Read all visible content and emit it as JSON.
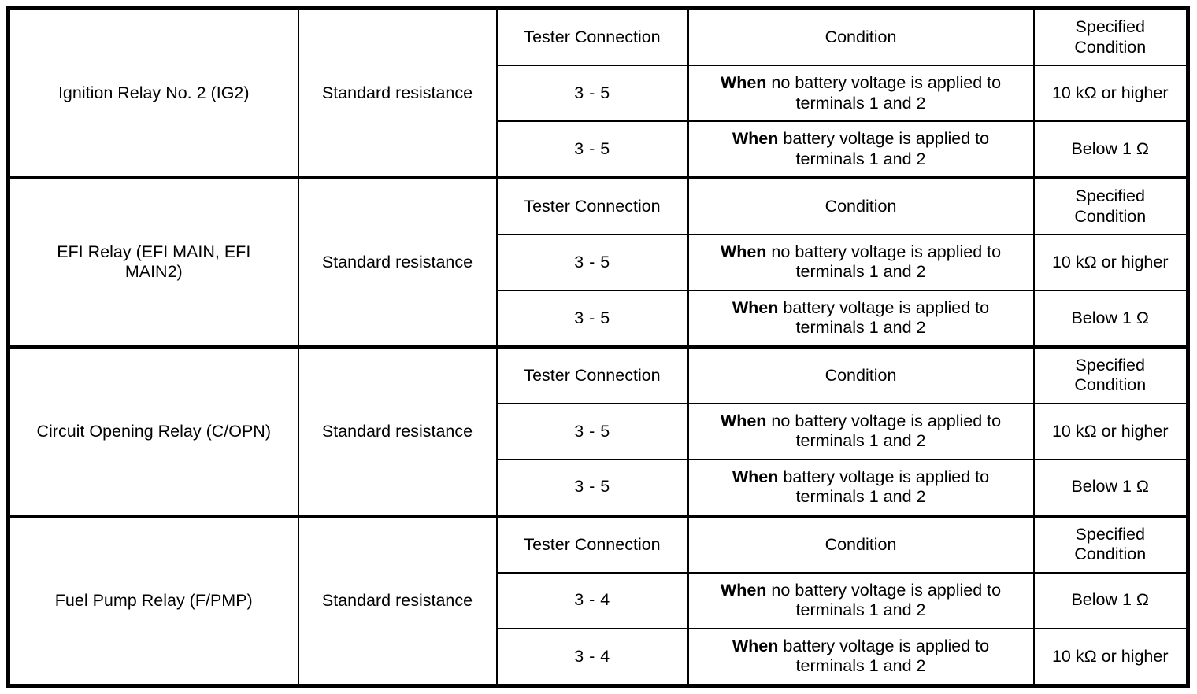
{
  "table": {
    "column_headers": {
      "tester_connection": "Tester Connection",
      "condition": "Condition",
      "specified_condition_line1": "Specified",
      "specified_condition_line2": "Condition"
    },
    "blocks": [
      {
        "name": "Ignition Relay No. 2 (IG2)",
        "name_line1": "Ignition Relay No. 2 (IG2)",
        "name_line2": "",
        "test_type": "Standard resistance",
        "rows": [
          {
            "tester_connection": "3 - 5",
            "condition_lead": "When",
            "condition_rest": " no battery voltage is applied to",
            "condition_line2": "terminals 1 and 2",
            "specified_condition": "10 kΩ or higher"
          },
          {
            "tester_connection": "3 - 5",
            "condition_lead": "When",
            "condition_rest": " battery voltage is applied to",
            "condition_line2": "terminals 1 and 2",
            "specified_condition": "Below 1 Ω"
          }
        ]
      },
      {
        "name": "EFI Relay (EFI MAIN, EFI MAIN2)",
        "name_line1": "EFI Relay (EFI MAIN, EFI",
        "name_line2": "MAIN2)",
        "test_type": "Standard resistance",
        "rows": [
          {
            "tester_connection": "3 - 5",
            "condition_lead": "When",
            "condition_rest": " no battery voltage is applied to",
            "condition_line2": "terminals 1 and 2",
            "specified_condition": "10 kΩ or higher"
          },
          {
            "tester_connection": "3 - 5",
            "condition_lead": "When",
            "condition_rest": " battery voltage is applied to",
            "condition_line2": "terminals 1 and 2",
            "specified_condition": "Below 1 Ω"
          }
        ]
      },
      {
        "name": "Circuit Opening Relay (C/OPN)",
        "name_line1": "Circuit Opening Relay (C/OPN)",
        "name_line2": "",
        "test_type": "Standard resistance",
        "rows": [
          {
            "tester_connection": "3 - 5",
            "condition_lead": "When",
            "condition_rest": " no battery voltage is applied to",
            "condition_line2": "terminals 1 and 2",
            "specified_condition": "10 kΩ or higher"
          },
          {
            "tester_connection": "3 - 5",
            "condition_lead": "When",
            "condition_rest": " battery voltage is applied to",
            "condition_line2": "terminals 1 and 2",
            "specified_condition": "Below 1 Ω"
          }
        ]
      },
      {
        "name": "Fuel Pump Relay (F/PMP)",
        "name_line1": "Fuel Pump Relay (F/PMP)",
        "name_line2": "",
        "test_type": "Standard resistance",
        "rows": [
          {
            "tester_connection": "3 - 4",
            "condition_lead": "When",
            "condition_rest": " no battery voltage is applied to",
            "condition_line2": "terminals 1 and 2",
            "specified_condition": "Below 1 Ω"
          },
          {
            "tester_connection": "3 - 4",
            "condition_lead": "When",
            "condition_rest": " battery voltage is applied to",
            "condition_line2": "terminals 1 and 2",
            "specified_condition": "10 kΩ or higher"
          }
        ]
      }
    ]
  },
  "colors": {
    "border": "#000000",
    "text": "#000000",
    "background": "#ffffff"
  }
}
